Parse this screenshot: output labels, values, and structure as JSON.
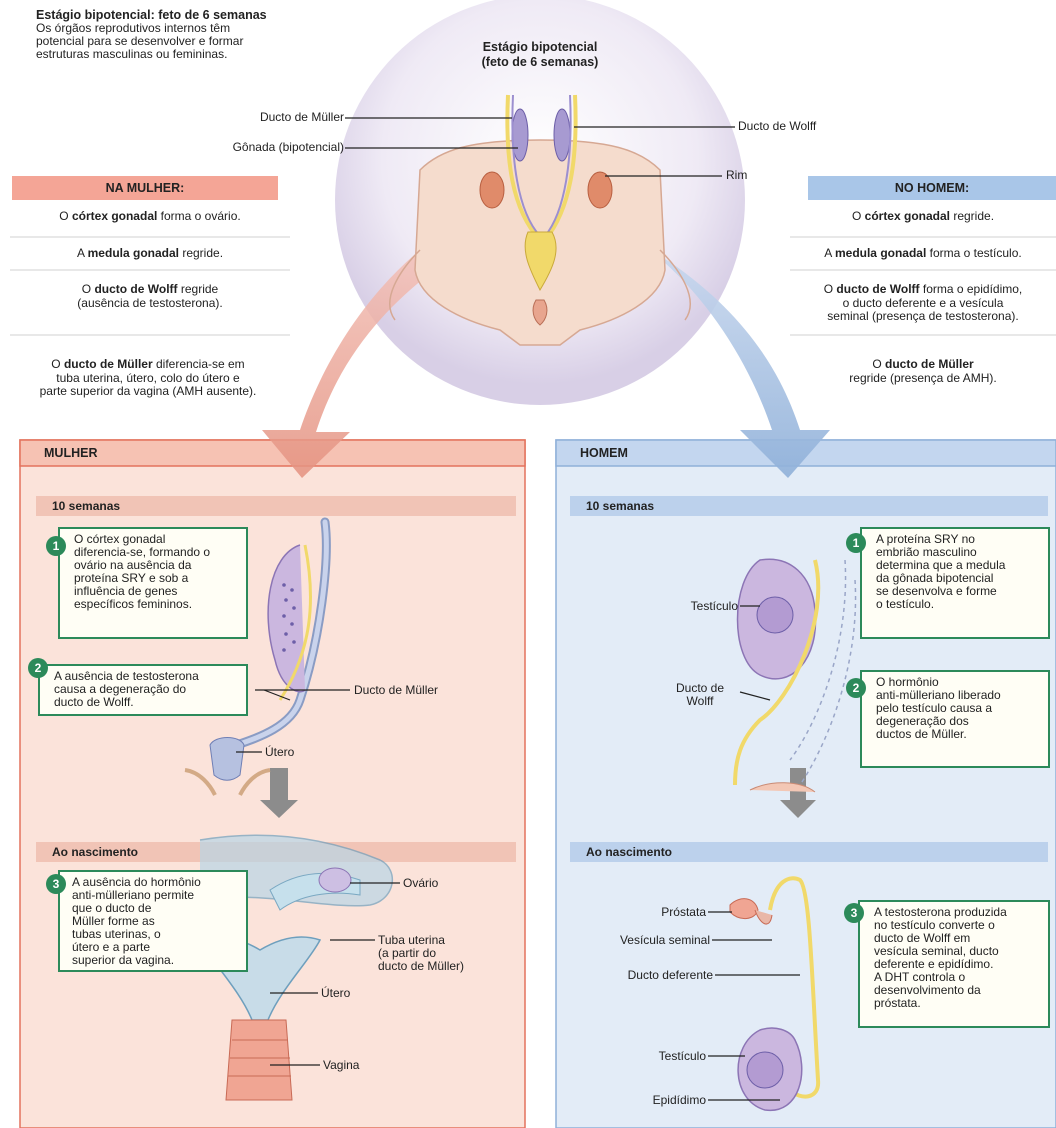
{
  "intro": {
    "title": "Estágio bipotencial: feto de 6 semanas",
    "lines": [
      "Os órgãos reprodutivos internos têm",
      "potencial para se desenvolver e formar",
      "estruturas masculinas ou femininas."
    ]
  },
  "center": {
    "title_lines": [
      "Estágio bipotencial",
      "(feto de 6 semanas)"
    ],
    "labels": {
      "muller": "Ducto de Müller",
      "gonad": "Gônada (bipotencial)",
      "wolff": "Ducto de Wolff",
      "kidney": "Rim"
    }
  },
  "female_list": {
    "header": "NA MULHER:",
    "rows": [
      {
        "pre": "O ",
        "bold": "córtex gonadal",
        "post": " forma o ovário."
      },
      {
        "pre": "A ",
        "bold": "medula gonadal",
        "post": " regride."
      },
      {
        "pre": "O ",
        "bold": "ducto de Wolff",
        "post": " regride",
        "line2": "(ausência de testosterona)."
      },
      {
        "pre": "O ",
        "bold": "ducto de Müller",
        "post": " diferencia-se em",
        "line2": "tuba uterina, útero, colo do útero e",
        "line3": "parte superior da vagina (AMH ausente)."
      }
    ]
  },
  "male_list": {
    "header": "NO HOMEM:",
    "rows": [
      {
        "pre": "O ",
        "bold": "córtex gonadal",
        "post": " regride."
      },
      {
        "pre": "A ",
        "bold": "medula gonadal",
        "post": " forma o testículo."
      },
      {
        "pre": "O ",
        "bold": "ducto de Wolff",
        "post": " forma o epidídimo,",
        "line2": "o ducto deferente e a vesícula",
        "line3": "seminal (presença de testosterona)."
      },
      {
        "pre": "O ",
        "bold": "ducto de Müller",
        "post": "",
        "line2": "regride (presença de AMH)."
      }
    ]
  },
  "female_panel": {
    "title": "MULHER",
    "stage1": "10 semanas",
    "stage2": "Ao nascimento",
    "note1": [
      "O córtex gonadal",
      "diferencia-se, formando o",
      "ovário na ausência da",
      "proteína SRY e sob a",
      "influência de genes",
      "específicos femininos."
    ],
    "note2": [
      "A ausência de testosterona",
      "causa a degeneração do",
      "ducto de Wolff."
    ],
    "note3": [
      "A ausência do hormônio",
      "anti-mülleriano permite",
      "que o ducto de",
      "Müller forme as",
      "tubas uterinas, o",
      "útero e a parte",
      "superior da vagina."
    ],
    "labels": {
      "muller": "Ducto de Müller",
      "uterus1": "Útero",
      "ovary": "Ovário",
      "tube": [
        "Tuba uterina",
        "(a partir do",
        "ducto de Müller)"
      ],
      "uterus2": "Útero",
      "vagina": "Vagina"
    }
  },
  "male_panel": {
    "title": "HOMEM",
    "stage1": "10 semanas",
    "stage2": "Ao nascimento",
    "note1": [
      "A proteína SRY no",
      "embrião masculino",
      "determina que a medula",
      "da gônada bipotencial",
      "se desenvolva e forme",
      "o testículo."
    ],
    "note2": [
      "O hormônio",
      "anti-mülleriano liberado",
      "pelo testículo causa a",
      "degeneração dos",
      "ductos de Müller."
    ],
    "note3": [
      "A testosterona produzida",
      "no testículo converte o",
      "ducto de Wolff em",
      "vesícula seminal, ducto",
      "deferente e epidídimo.",
      "A DHT controla o",
      "desenvolvimento da",
      "próstata."
    ],
    "labels": {
      "testis1": "Testículo",
      "wolff": [
        "Ducto de",
        "Wolff"
      ],
      "prostate": "Próstata",
      "seminal": "Vesícula seminal",
      "deferens": "Ducto deferente",
      "testis2": "Testículo",
      "epididymis": "Epidídimo"
    }
  },
  "badges": [
    "1",
    "2",
    "3"
  ],
  "colors": {
    "female_header": "#f4a596",
    "male_header": "#a9c6e8",
    "female_panel": "#fbe3da",
    "male_panel": "#e3ecf7",
    "female_border": "#e3725d",
    "male_border": "#8fb0d9",
    "note_border": "#2c8a5a",
    "duct_yellow": "#f1d96a",
    "tissue_purple": "#c6b5de"
  }
}
